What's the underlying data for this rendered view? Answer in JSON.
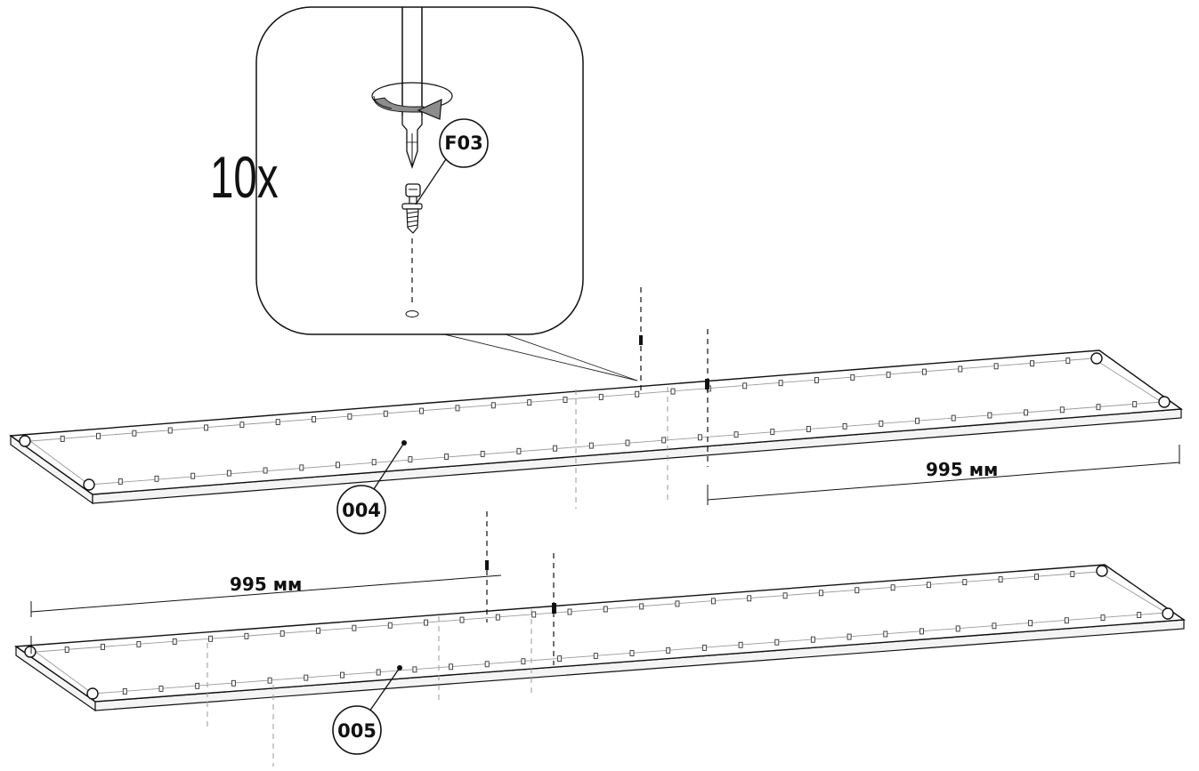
{
  "instruction": {
    "quantity_label": "10x",
    "hardware_part": "F03"
  },
  "panels": [
    {
      "part_label": "004",
      "dimension_label": "995 мм"
    },
    {
      "part_label": "005",
      "dimension_label": "995 мм"
    }
  ]
}
